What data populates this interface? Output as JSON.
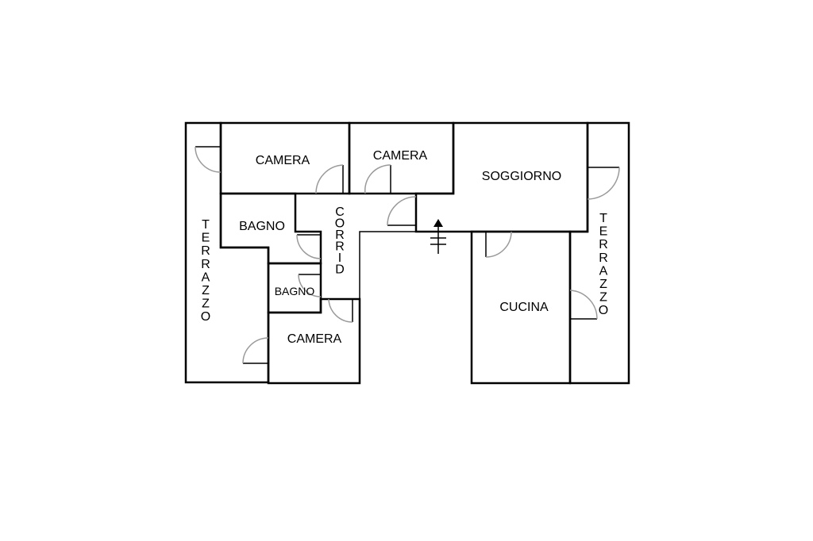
{
  "rooms": {
    "terrazzo_left": {
      "label": "TERRAZZO",
      "color": "#b36b00"
    },
    "camera_top_left": {
      "label": "CAMERA",
      "color": "#ffccd5"
    },
    "camera_top_mid": {
      "label": "CAMERA",
      "color": "#ffccd5"
    },
    "soggiorno": {
      "label": "SOGGIORNO",
      "color": "#ffff00"
    },
    "terrazzo_right": {
      "label": "TERRAZZO",
      "color": "#b36b00"
    },
    "bagno_1": {
      "label": "BAGNO",
      "color": "#cce6ff"
    },
    "corridoio": {
      "label": "CORRID",
      "color": "#d0d0d0"
    },
    "bagno_2": {
      "label": "BAGNO",
      "color": "#cce6ff"
    },
    "camera_bottom": {
      "label": "CAMERA",
      "color": "#ffccd5"
    },
    "cucina": {
      "label": "CUCINA",
      "color": "#ffcc00"
    }
  }
}
